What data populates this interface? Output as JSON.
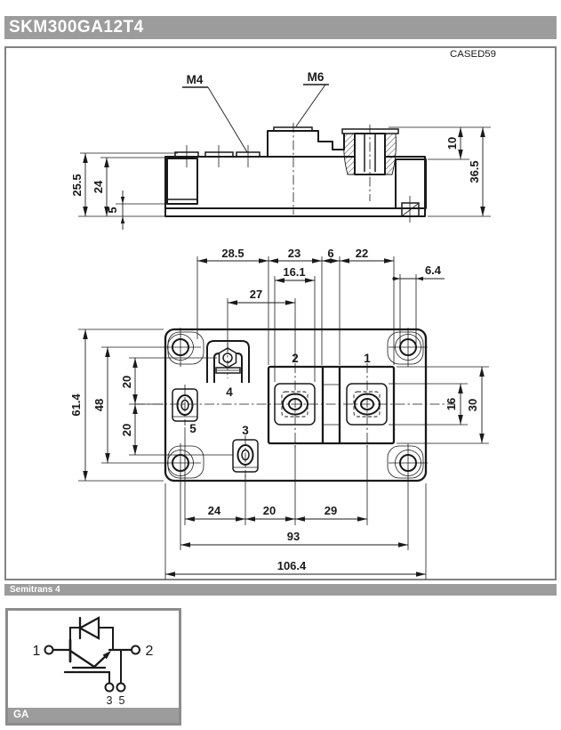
{
  "title": "SKM300GA12T4",
  "drawing": {
    "case_code": "CASED59",
    "side_view": {
      "m4": "M4",
      "m6": "M6",
      "dim_25_5": "25.5",
      "dim_24": "24",
      "dim_5": "5",
      "dim_10": "10",
      "dim_36_5": "36.5"
    },
    "top_view": {
      "dim_28_5": "28.5",
      "dim_23": "23",
      "dim_6": "6",
      "dim_22": "22",
      "dim_16_1": "16.1",
      "dim_27": "27",
      "dim_6_4": "6.4",
      "dim_61_4": "61.4",
      "dim_48": "48",
      "dim_20a": "20",
      "dim_20b": "20",
      "dim_16": "16",
      "dim_30": "30",
      "dim_24b": "24",
      "dim_20c": "20",
      "dim_29": "29",
      "dim_93": "93",
      "dim_106_4": "106.4",
      "label_1": "1",
      "label_2": "2",
      "label_3": "3",
      "label_4": "4",
      "label_5": "5"
    }
  },
  "footer": {
    "series": "Semitrans 4"
  },
  "circuit": {
    "code": "GA",
    "t1": "1",
    "t2": "2",
    "t3": "3",
    "t5": "5"
  }
}
